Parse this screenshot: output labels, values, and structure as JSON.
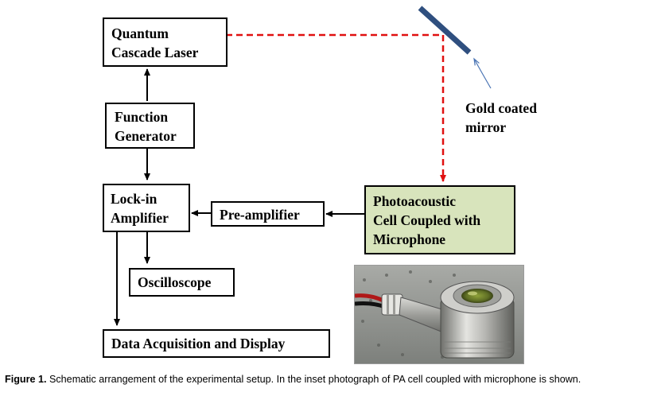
{
  "boxes": {
    "laser": {
      "line1": "Quantum",
      "line2": "Cascade Laser"
    },
    "function_generator": {
      "line1": "Function",
      "line2": "Generator"
    },
    "lockin": {
      "line1": "Lock-in",
      "line2": "Amplifier"
    },
    "preamp": {
      "line1": "Pre-amplifier"
    },
    "pa_cell": {
      "line1": "Photoacoustic",
      "line2": "Cell Coupled with",
      "line3": "Microphone"
    },
    "oscilloscope": {
      "line1": "Oscilloscope"
    },
    "daq": {
      "line1": "Data Acquisition and Display"
    }
  },
  "mirror_label": {
    "line1": "Gold coated",
    "line2": "mirror"
  },
  "caption": {
    "prefix": "Figure 1.",
    "text": " Schematic arrangement of the experimental setup. In the inset photograph of PA cell coupled with microphone is shown."
  },
  "colors": {
    "laser_beam": "#e01010",
    "mirror": "#2f4f7f",
    "pointer_arrow": "#4a74b4",
    "pa_cell_fill": "#d8e4bc"
  }
}
